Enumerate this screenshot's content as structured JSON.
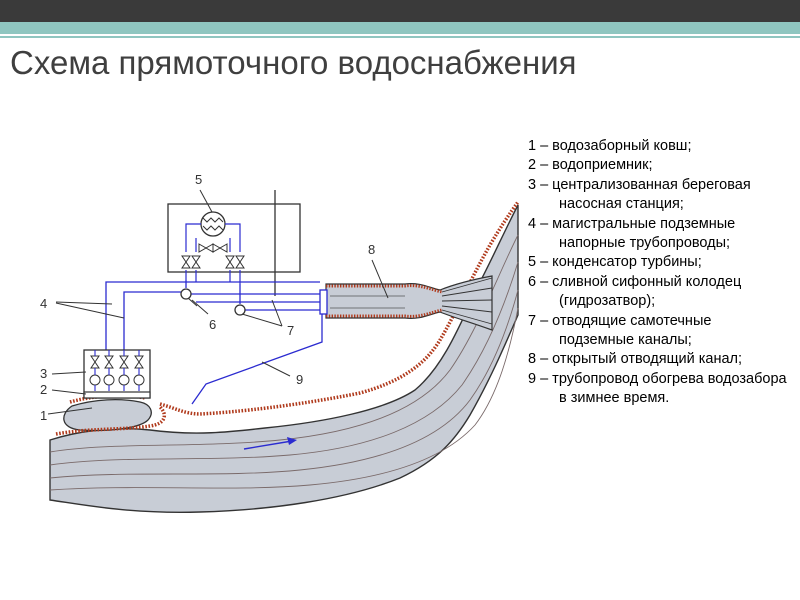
{
  "slide": {
    "title": "Схема прямоточного водоснабжения"
  },
  "diagram": {
    "callouts": {
      "c1": "1",
      "c2": "2",
      "c3": "3",
      "c4": "4",
      "c5": "5",
      "c6": "6",
      "c7": "7",
      "c8": "8",
      "c9": "9"
    }
  },
  "legend": {
    "items": [
      "1 – водозаборный ковш;",
      "2 – водоприемник;",
      "3 – централизованная береговая насосная станция;",
      "4 – магистральные подземные напорные трубопроводы;",
      "5 – конденсатор турбины;",
      "6 – сливной сифонный колодец (гидрозатвор);",
      "7 – отводящие самотечные подземные каналы;",
      "8 – открытый отводящий канал;",
      "9 – трубопровод обогрева водозабора в зимнее время."
    ]
  },
  "colors": {
    "water": "#c8cdd6",
    "pipes": "#2b2bd0",
    "bank": "#b03a1c",
    "title": "#3f3f3f",
    "accent": "#8fc6c0"
  }
}
